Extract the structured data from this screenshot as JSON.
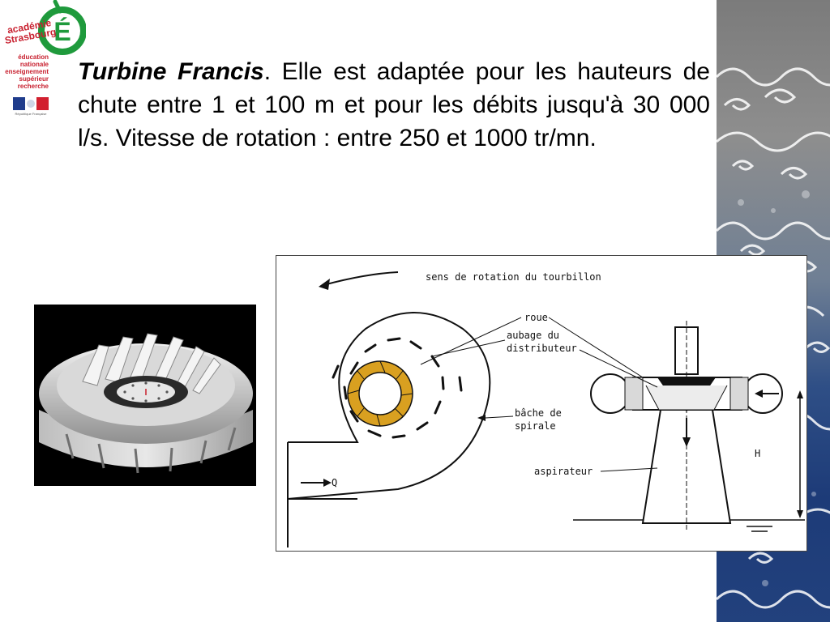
{
  "logo": {
    "academie": "académie",
    "city": "Strasbourg",
    "letter": "É",
    "ministry_lines": [
      "éducation",
      "nationale",
      "enseignement",
      "supérieur",
      "recherche"
    ],
    "republic": "République Française"
  },
  "intro": {
    "term": "Turbine Francis",
    "text": ". Elle est adaptée pour les hauteurs de chute entre 1 et 100 m et pour les débits jusqu'à 30 000 l/s. Vitesse de rotation : entre 250 et 1000 tr/mn."
  },
  "diagram": {
    "labels": {
      "rotation": "sens de rotation du tourbillon",
      "roue": "roue",
      "aubage1": "aubage du",
      "aubage2": "distributeur",
      "bache1": "bâche de",
      "bache2": "spirale",
      "aspirateur": "aspirateur",
      "flow": "Q",
      "height": "H"
    }
  },
  "colors": {
    "logo_green": "#1f9a3c",
    "logo_red": "#c8202f",
    "runner_fill": "#d9a020",
    "wave_blue": "#1d3b78"
  }
}
